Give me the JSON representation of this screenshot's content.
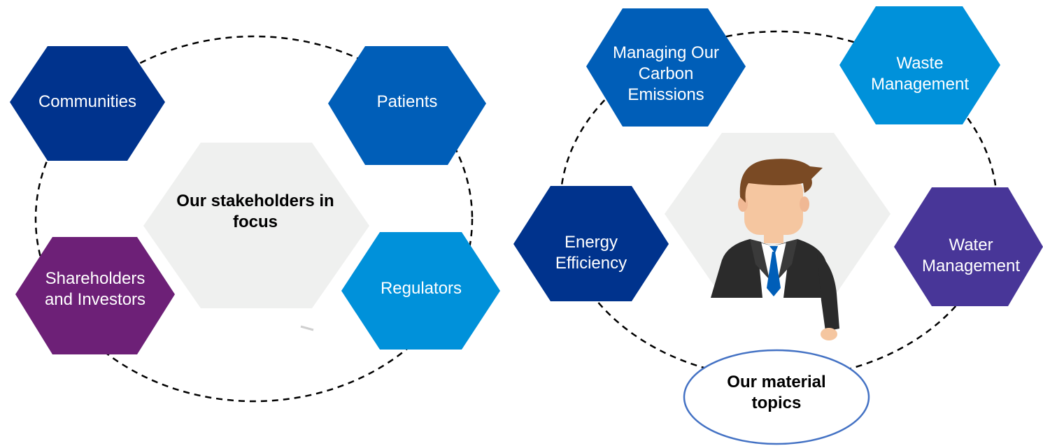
{
  "stakeholders": {
    "center_title": "Our stakeholders in\nfocus",
    "items": [
      {
        "label": "Communities",
        "color": "#00338d"
      },
      {
        "label": "Patients",
        "color": "#005eb8"
      },
      {
        "label": "Shareholders\nand Investors",
        "color": "#6d2077"
      },
      {
        "label": "Regulators",
        "color": "#0091da"
      }
    ]
  },
  "material_topics": {
    "center_title": "Our material\ntopics",
    "items": [
      {
        "label": "Managing Our\nCarbon\nEmissions",
        "color": "#005eb8"
      },
      {
        "label": "Waste\nManagement",
        "color": "#0091da"
      },
      {
        "label": "Energy\nEfficiency",
        "color": "#00338d"
      },
      {
        "label": "Water\nManagement",
        "color": "#483698"
      }
    ]
  },
  "colors": {
    "center_hexagon": "#eff0ef",
    "ellipse_border": "#4472c4",
    "dashed_line": "#000000"
  },
  "icons": {
    "person": "businessman-icon"
  }
}
